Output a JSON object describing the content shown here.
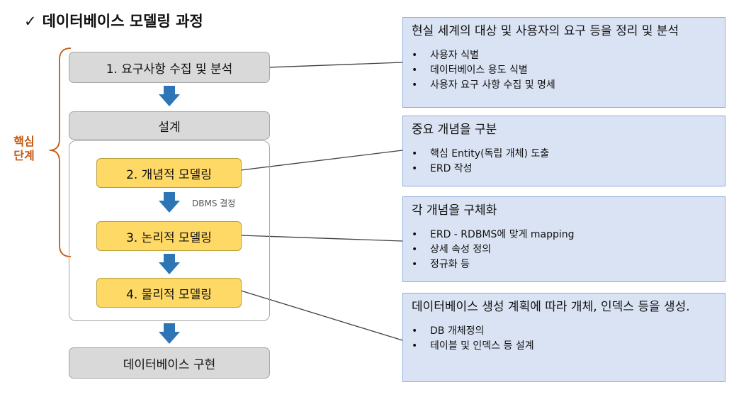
{
  "title": {
    "check": "✓",
    "text": "데이터베이스 모델링 과정"
  },
  "core_label": [
    "핵심",
    "단계"
  ],
  "steps": {
    "s1": "1. 요구사항 수집 및 분석",
    "design": "설계",
    "s2": "2. 개념적 모델링",
    "s3": "3. 논리적 모델링",
    "s4": "4. 물리적 모델링",
    "impl": "데이터베이스 구현"
  },
  "dbms_note": "DBMS 결정",
  "descriptions": [
    {
      "heading": "현실 세계의 대상 및 사용자의 요구 등을 정리 및 분석",
      "items": [
        "사용자 식별",
        "데이터베이스 용도 식별",
        "사용자 요구 사항 수집 및 명세"
      ]
    },
    {
      "heading": "중요 개념을 구분",
      "items": [
        "핵심 Entity(독립 개체) 도출",
        "ERD 작성"
      ]
    },
    {
      "heading": "각 개념을 구체화",
      "items": [
        "ERD - RDBMS에 맞게 mapping",
        "상세 속성 정의",
        "정규화 등"
      ]
    },
    {
      "heading": "데이터베이스 생성 계획에 따라 개체, 인덱스 등을 생성.",
      "items": [
        "DB 개체정의",
        "테이블 및 인덱스 등 설계"
      ]
    }
  ],
  "colors": {
    "arrow": "#2e75b6",
    "core": "#c55a11",
    "desc_bg": "#dae3f3",
    "step_bg": "#ffd966",
    "gray_bg": "#d9d9d9"
  }
}
